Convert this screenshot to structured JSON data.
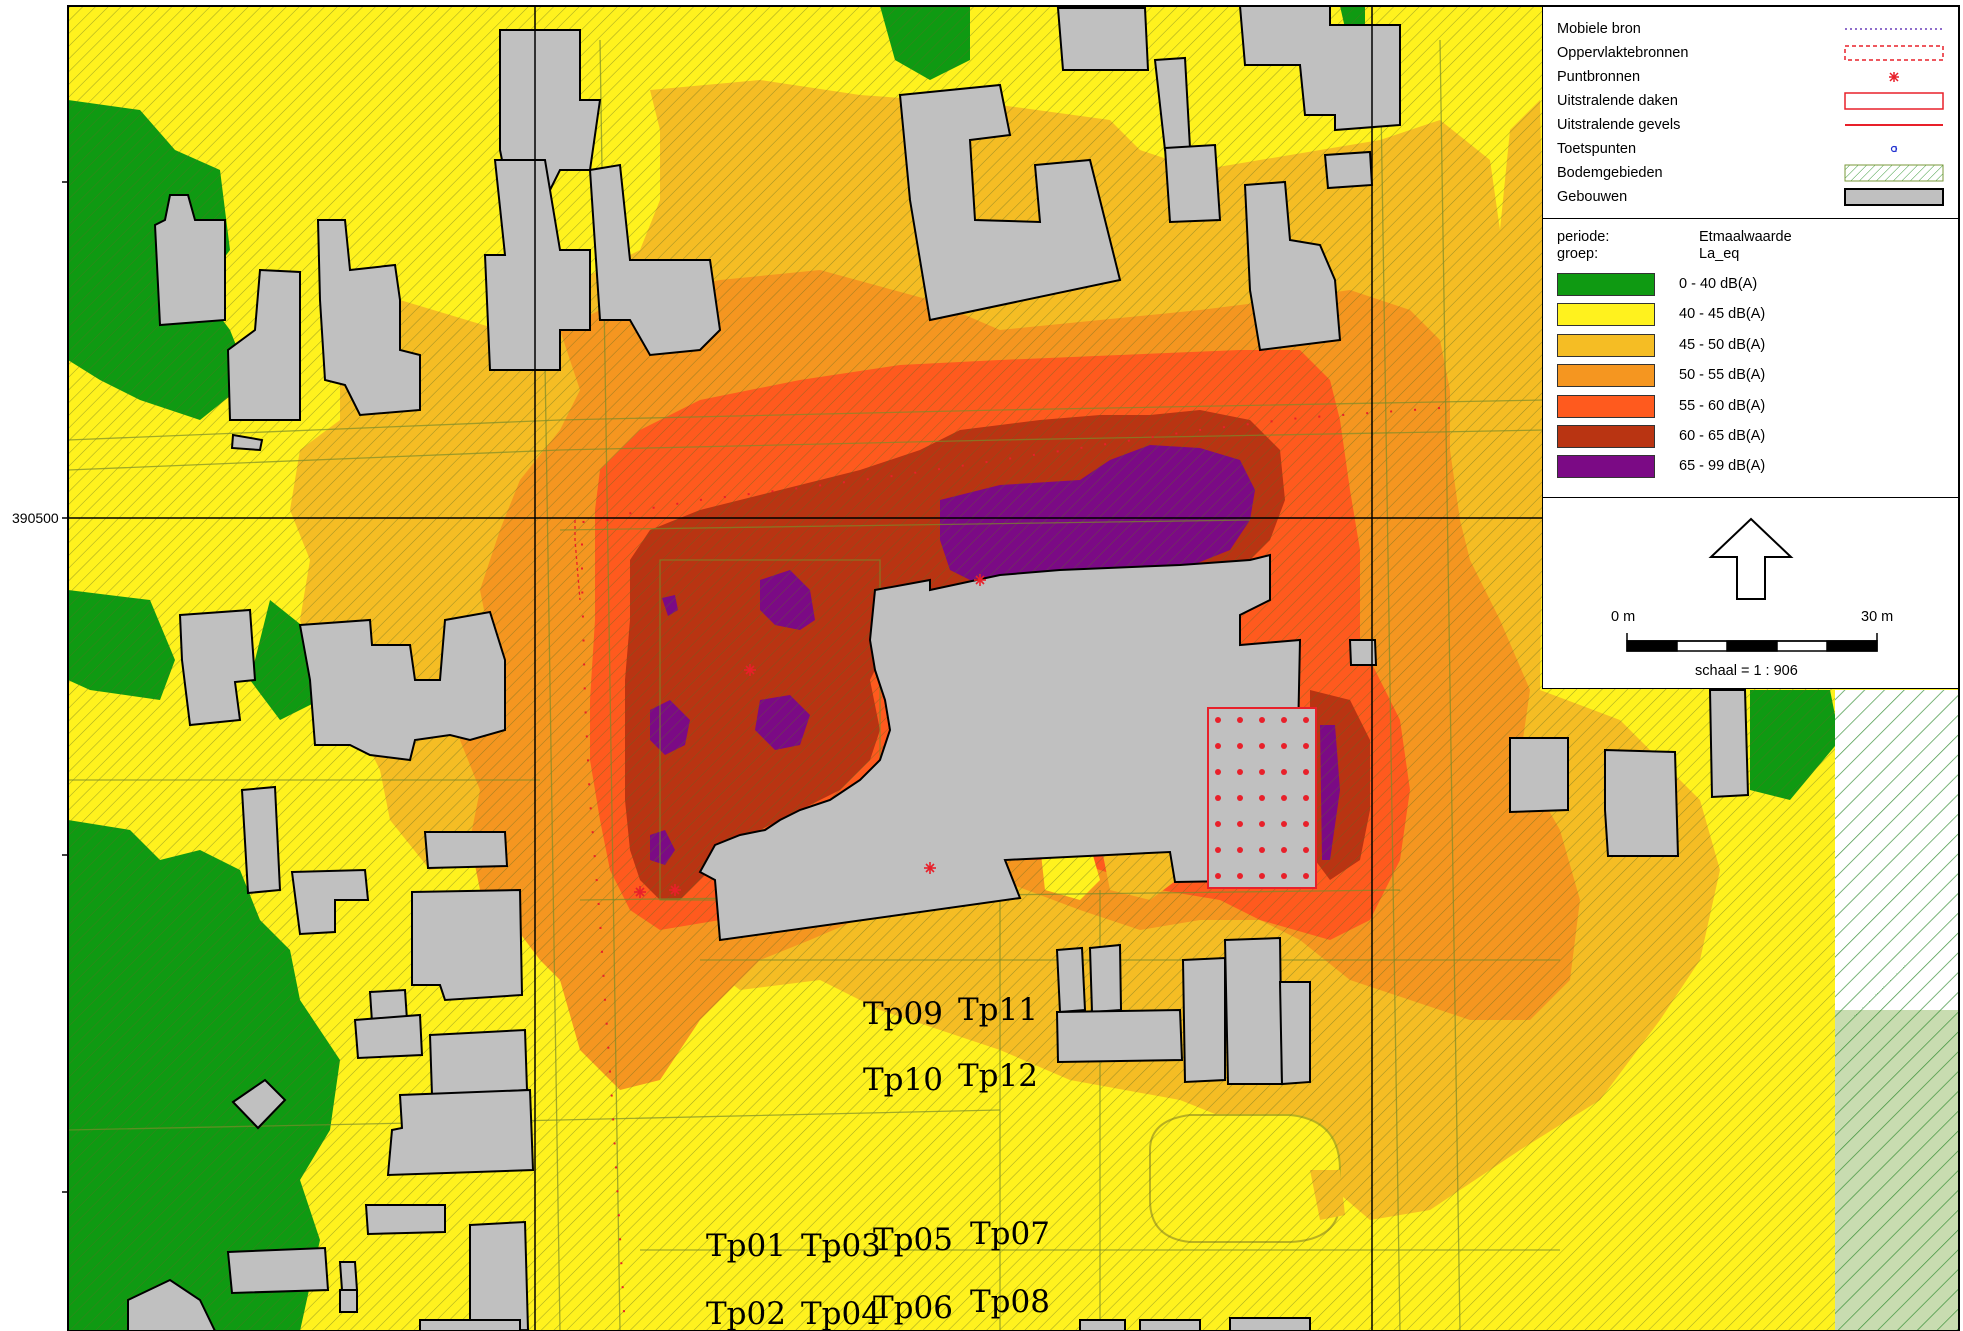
{
  "map": {
    "y_coordinate_label": "390500",
    "test_points": [
      "Tp01",
      "Tp02",
      "Tp03",
      "Tp04",
      "Tp05",
      "Tp06",
      "Tp07",
      "Tp08",
      "Tp09",
      "Tp10",
      "Tp11",
      "Tp12"
    ]
  },
  "legend": {
    "symbols": [
      {
        "label": "Mobiele bron",
        "style": "dotted-line",
        "color": "#6a3db8"
      },
      {
        "label": "Oppervlaktebronnen",
        "style": "dashed-rect",
        "color": "#e8202a"
      },
      {
        "label": "Puntbronnen",
        "style": "asterisk",
        "color": "#e8202a"
      },
      {
        "label": "Uitstralende daken",
        "style": "solid-rect",
        "color": "#e8202a"
      },
      {
        "label": "Uitstralende gevels",
        "style": "solid-line",
        "color": "#e8202a"
      },
      {
        "label": "Toetspunten",
        "style": "point-marker",
        "color": "#2030d0"
      },
      {
        "label": "Bodemgebieden",
        "style": "hatched-rect",
        "color": "#3b9a3b"
      },
      {
        "label": "Gebouwen",
        "style": "filled-rect",
        "color": "#c0c0c0"
      }
    ],
    "periode_label": "periode:",
    "periode_value": "Etmaalwaarde",
    "groep_label": "groep:",
    "groep_value": "La_eq",
    "bands": [
      {
        "label": "0 - 40 dB(A)",
        "color": "#0f9a12"
      },
      {
        "label": "40 - 45 dB(A)",
        "color": "#fff21e"
      },
      {
        "label": "45 - 50 dB(A)",
        "color": "#f5bd24"
      },
      {
        "label": "50 - 55 dB(A)",
        "color": "#f59620"
      },
      {
        "label": "55 - 60 dB(A)",
        "color": "#ff5a1e"
      },
      {
        "label": "60 - 65 dB(A)",
        "color": "#b93412"
      },
      {
        "label": "65 - 99 dB(A)",
        "color": "#7b0a85"
      }
    ],
    "north_arrow": "north-arrow-icon",
    "scale_start": "0 m",
    "scale_end": "30 m",
    "scale_text": "schaal = 1 : 906"
  },
  "colors": {
    "green": "#0f9a12",
    "yellow": "#fff21e",
    "light_orange": "#f5bd24",
    "orange": "#f59620",
    "red_orange": "#ff5a1e",
    "dark_red": "#b93412",
    "purple": "#7b0a85",
    "building": "#c0c0c0",
    "source_red": "#e8202a",
    "pale_green": "#c8dcb0"
  }
}
